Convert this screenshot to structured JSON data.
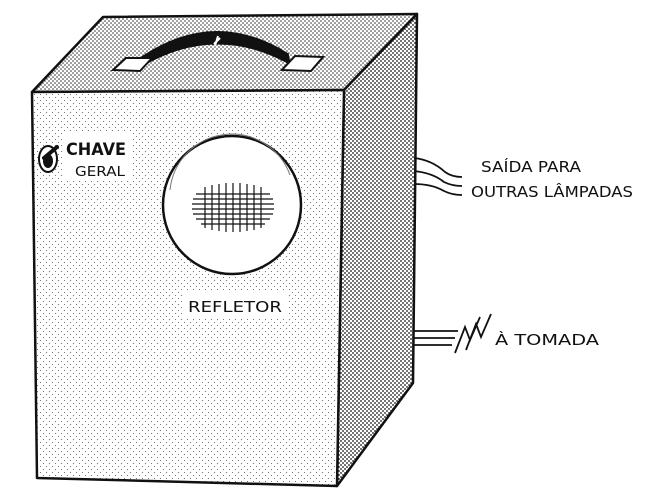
{
  "labels": {
    "chave": "CHAVE",
    "geral": "GERAL",
    "refletor": "REFLETOR",
    "saida_line1": "SAÍDA PARA",
    "saida_line2": "OUTRAS LÂMPADAS",
    "tomada": "À TOMADA"
  },
  "colors": {
    "ink": "#111111",
    "paper": "#ffffff"
  }
}
